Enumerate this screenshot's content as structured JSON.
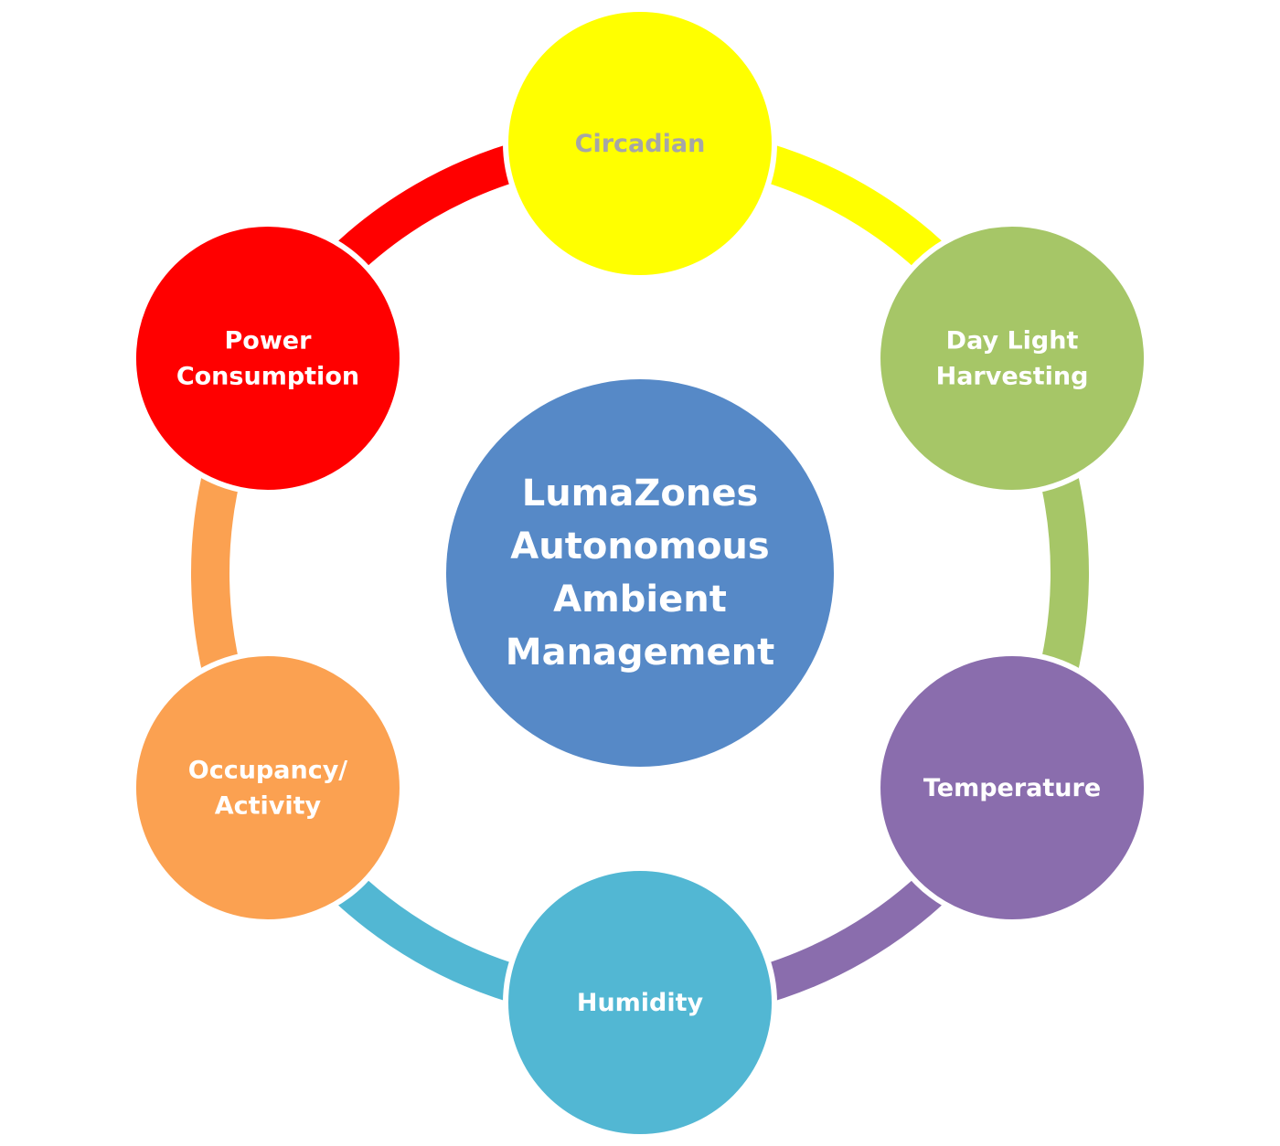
{
  "center": {
    "lines": [
      "LumaZones",
      "Autonomous",
      "Ambient",
      "Management"
    ],
    "color": "#5689C7",
    "text_color": "#FFFFFF"
  },
  "nodes": [
    {
      "id": "circadian",
      "lines": [
        "Circadian"
      ],
      "color": "#FFFF00",
      "text_color": "#A6A6A6"
    },
    {
      "id": "day-light-harvesting",
      "lines": [
        "Day Light",
        "Harvesting"
      ],
      "color": "#A6C667",
      "text_color": "#FFFFFF"
    },
    {
      "id": "temperature",
      "lines": [
        "Temperature"
      ],
      "color": "#8A6DAD",
      "text_color": "#FFFFFF"
    },
    {
      "id": "humidity",
      "lines": [
        "Humidity"
      ],
      "color": "#52B7D3",
      "text_color": "#FFFFFF"
    },
    {
      "id": "occupancy-activity",
      "lines": [
        "Occupancy/",
        "Activity"
      ],
      "color": "#FBA151",
      "text_color": "#FFFFFF"
    },
    {
      "id": "power-consumption",
      "lines": [
        "Power",
        "Consumption"
      ],
      "color": "#FF0000",
      "text_color": "#FFFFFF"
    }
  ]
}
